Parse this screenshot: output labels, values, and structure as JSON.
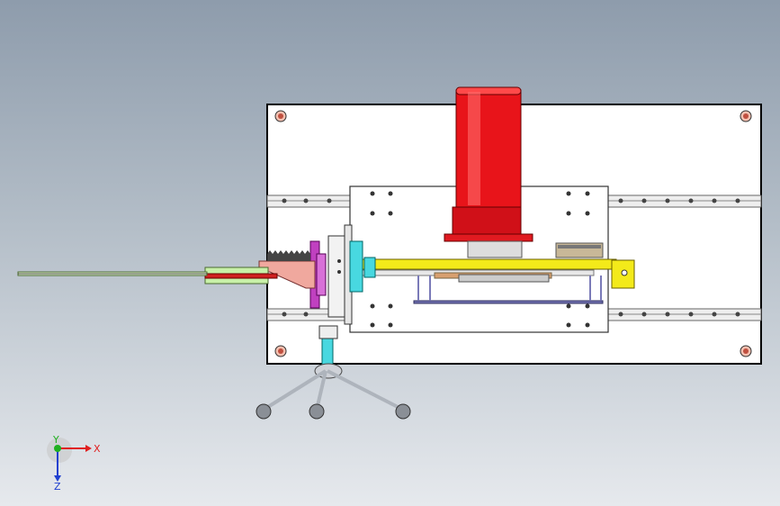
{
  "viewport": {
    "background_top": "#8e9cac",
    "background_bottom": "#e6e9ed"
  },
  "model": {
    "motor_color": "#e8141a",
    "rail_color": "#f3ea1a",
    "bracket_color": "#f0a89e",
    "gear_color": "#c040c0",
    "column_color": "#48d8e0"
  },
  "triad": {
    "x_label": "X",
    "y_label": "Y",
    "z_label": "Z",
    "x_color": "#e02020",
    "y_color": "#20b020",
    "z_color": "#2040d0"
  }
}
